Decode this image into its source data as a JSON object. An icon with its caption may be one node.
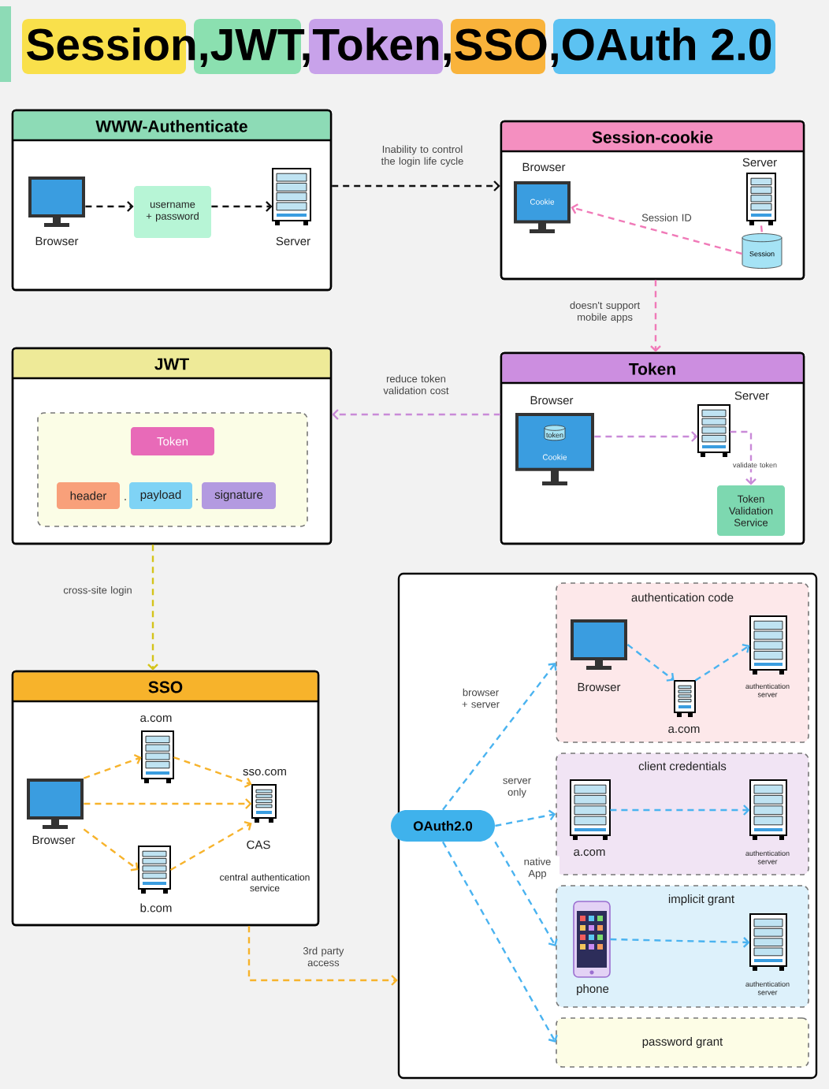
{
  "diagram": {
    "title": "Session,JWT,Token,SSO,OAuth 2.0",
    "nodes": [
      {
        "text": [
          "WWW-Authenticate"
        ]
      },
      {
        "text": [
          "Browser"
        ],
        "in": 0
      },
      {
        "text": [
          "username + password"
        ],
        "in": 0
      },
      {
        "text": [
          "Server"
        ],
        "in": 0
      },
      {
        "text": [
          "Session-cookie"
        ]
      },
      {
        "text": [
          "Browser",
          "Cookie"
        ],
        "in": 4
      },
      {
        "text": [
          "Server"
        ],
        "in": 4
      },
      {
        "text": [
          "Session"
        ],
        "in": 4
      },
      {
        "text": [
          "JWT"
        ]
      },
      {
        "text": [],
        "shape": "box",
        "in": 8
      },
      {
        "text": [
          "Token"
        ],
        "in": 9
      },
      {
        "text": [
          "header"
        ],
        "in": 9
      },
      {
        "text": [
          "payload"
        ],
        "in": 9
      },
      {
        "text": [
          "signature"
        ],
        "in": 9
      },
      {
        "text": [
          "Token"
        ]
      },
      {
        "text": [
          "Browser",
          "token",
          "Cookie"
        ],
        "in": 14
      },
      {
        "text": [
          "Server"
        ],
        "in": 14
      },
      {
        "text": [
          "Token Validation Service"
        ],
        "in": 14
      },
      {
        "text": [
          "SSO"
        ]
      },
      {
        "text": [
          "a.com"
        ],
        "in": 18
      },
      {
        "text": [
          "Browser"
        ],
        "in": 18
      },
      {
        "text": [
          "sso.com",
          "CAS",
          "central authentication service"
        ],
        "in": 18
      },
      {
        "text": [
          "b.com"
        ],
        "in": 18
      },
      {
        "text": [],
        "shape": "box"
      },
      {
        "text": [
          "OAuth2.0"
        ],
        "in": 23
      },
      {
        "text": [
          "authentication code"
        ],
        "in": 23
      },
      {
        "text": [
          "Browser"
        ],
        "in": 25
      },
      {
        "text": [
          "a.com"
        ],
        "in": 25
      },
      {
        "text": [
          "authentication server"
        ],
        "in": 25
      },
      {
        "text": [
          "client credentials"
        ],
        "in": 23
      },
      {
        "text": [
          "a.com"
        ],
        "in": 29
      },
      {
        "text": [
          "authentication server"
        ],
        "in": 29
      },
      {
        "text": [
          "implicit grant"
        ],
        "in": 23
      },
      {
        "text": [
          "phone"
        ],
        "in": 32
      },
      {
        "text": [
          "authentication server"
        ],
        "in": 32
      },
      {
        "text": [
          "password grant"
        ],
        "in": 23
      }
    ],
    "edges": [
      {
        "from": 1,
        "to": 2,
        "arrow": "to",
        "color": "#111111"
      },
      {
        "from": 2,
        "to": 3,
        "arrow": "to",
        "color": "#111111"
      },
      {
        "from": 0,
        "to": 4,
        "arrow": "to",
        "label": "Inability to control the login life cycle",
        "color": "#111111"
      },
      {
        "from": 7,
        "to": 5,
        "arrow": "to",
        "label": "Session ID",
        "color": "#f07ab8"
      },
      {
        "from": 6,
        "to": 7,
        "arrow": "none",
        "color": "#f07ab8"
      },
      {
        "from": 4,
        "to": 14,
        "arrow": "to",
        "label": "doesn't support mobile apps",
        "color": "#f07ab8"
      },
      {
        "from": 14,
        "to": 8,
        "arrow": "to",
        "label": "reduce token validation cost",
        "color": "#c98ad8"
      },
      {
        "from": 15,
        "to": 16,
        "arrow": "to",
        "color": "#c98ad8"
      },
      {
        "from": 16,
        "to": 17,
        "arrow": "to",
        "label": "validate token",
        "color": "#c98ad8"
      },
      {
        "from": 8,
        "to": 18,
        "arrow": "to",
        "label": "cross-site login",
        "color": "#d4c41a"
      },
      {
        "from": 20,
        "to": 19,
        "arrow": "to",
        "color": "#f7b32b"
      },
      {
        "from": 20,
        "to": 21,
        "arrow": "to",
        "color": "#f7b32b"
      },
      {
        "from": 20,
        "to": 22,
        "arrow": "to",
        "color": "#f7b32b"
      },
      {
        "from": 19,
        "to": 21,
        "arrow": "to",
        "color": "#f7b32b"
      },
      {
        "from": 22,
        "to": 21,
        "arrow": "to",
        "color": "#f7b32b"
      },
      {
        "from": 18,
        "to": 23,
        "arrow": "to",
        "label": "3rd party access",
        "color": "#f7b32b"
      },
      {
        "from": 24,
        "to": 25,
        "arrow": "to",
        "label": "browser + server"
      },
      {
        "from": 24,
        "to": 29,
        "arrow": "to",
        "label": "server only"
      },
      {
        "from": 24,
        "to": 32,
        "arrow": "to",
        "label": "native App"
      },
      {
        "from": 24,
        "to": 35,
        "arrow": "to"
      },
      {
        "from": 26,
        "to": 27,
        "arrow": "to"
      },
      {
        "from": 27,
        "to": 28,
        "arrow": "to"
      },
      {
        "from": 30,
        "to": 31,
        "arrow": "to"
      },
      {
        "from": 33,
        "to": 34,
        "arrow": "to"
      }
    ],
    "labels": [
      ".",
      "."
    ]
  }
}
